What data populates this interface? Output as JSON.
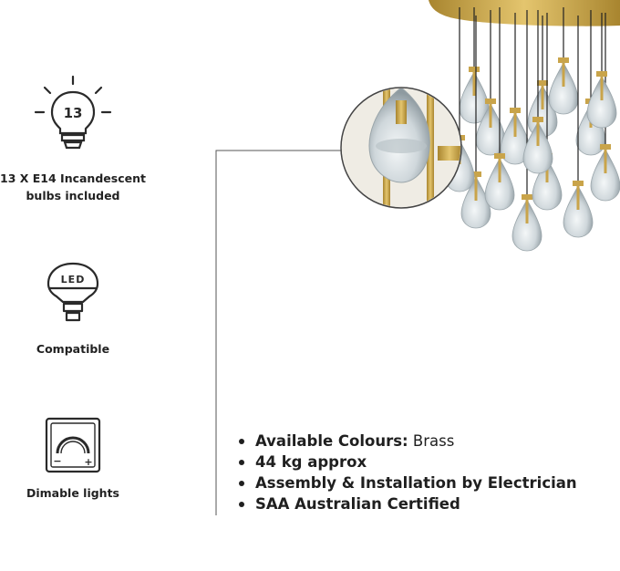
{
  "features": {
    "bulb": {
      "icon": "light-bulb-icon",
      "badge": "13",
      "caption_line1": "13 X E14 Incandescent",
      "caption_line2": "bulbs included"
    },
    "led": {
      "icon": "led-bulb-icon",
      "badge": "LED",
      "caption": "Compatible"
    },
    "dimmer": {
      "icon": "dimmer-switch-icon",
      "minus": "−",
      "plus": "+",
      "caption": "Dimable lights"
    }
  },
  "specs": {
    "colours_label": "Available Colours:",
    "colours_value": "Brass",
    "weight": "44 kg approx",
    "installation": "Assembly & Installation by Electrician",
    "certification": "SAA Australian Certified"
  },
  "colors": {
    "brass": "#c9a44a",
    "text": "#1f1f1f",
    "glass": "#dfe6ea"
  }
}
